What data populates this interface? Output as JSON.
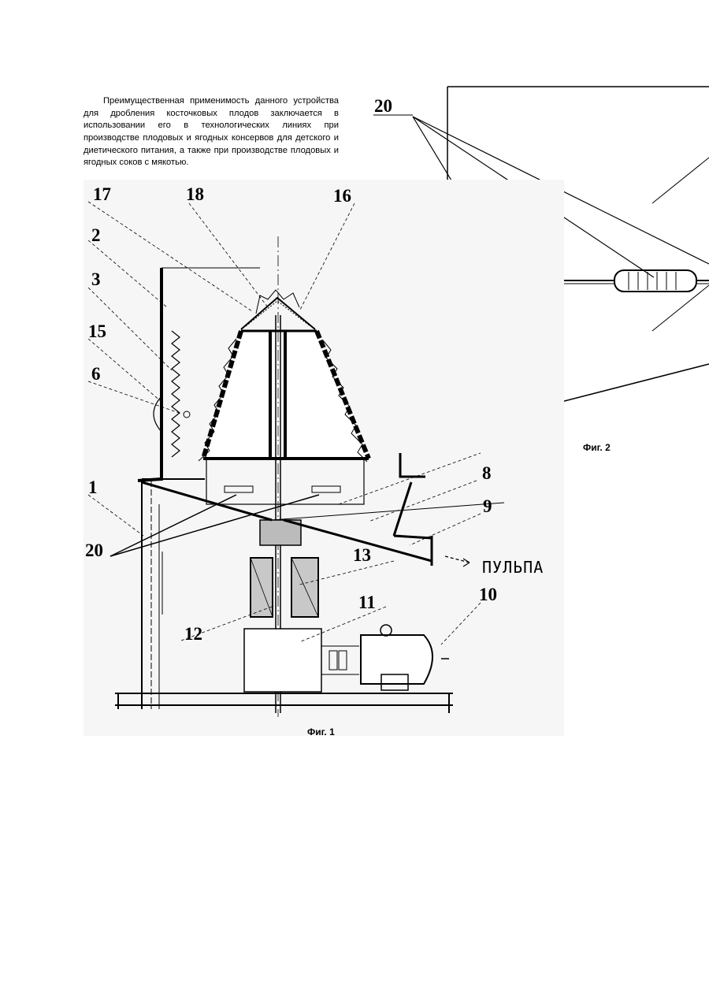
{
  "document": {
    "paragraph": "Преимущественная применимость данного устройства для дробления косточковых плодов заключается в использовании его в технологических линиях при производстве плодовых и ягодных консервов для детского и диетического питания, а также при производстве плодовых и ягодных соков с мякотью.",
    "figure1": {
      "caption": "Фиг. 1",
      "labels": {
        "l17": "17",
        "l18": "18",
        "l16": "16",
        "l2": "2",
        "l3": "3",
        "l15": "15",
        "l6": "6",
        "l1": "1",
        "l20": "20",
        "l8": "8",
        "l9": "9",
        "l13": "13",
        "l11": "11",
        "l10": "10",
        "l12": "12"
      },
      "output_label": "ПУЛЬПА"
    },
    "figure2": {
      "caption": "Фиг. 2",
      "label": "20"
    }
  }
}
